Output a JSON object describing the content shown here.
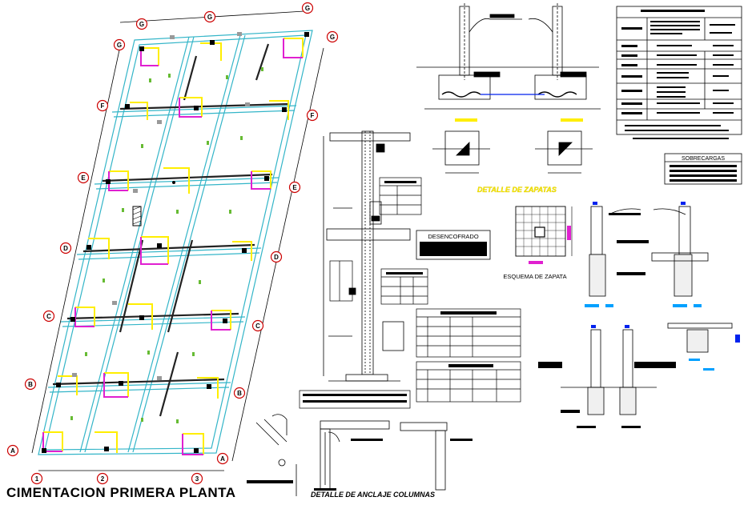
{
  "drawing": {
    "main_title": "CIMENTACION PRIMERA PLANTA",
    "detail_zapatas_label": "DETALLE DE ZAPATAS",
    "esquema_zapata_label": "ESQUEMA DE ZAPATA",
    "desencofrado_label": "DESENCOFRADO",
    "sobrecargas_label": "SOBRECARGAS",
    "anclaje_label": "DETALLE DE ANCLAJE COLUMNAS"
  },
  "grid_axes": {
    "letters": [
      "G",
      "F",
      "E",
      "D",
      "C",
      "B",
      "A"
    ],
    "numbers": [
      "1",
      "2",
      "3"
    ]
  },
  "colors": {
    "axis_red": "#cc0000",
    "wall_cyan": "#33b5c8",
    "footing_yellow": "#ffee00",
    "footing_magenta": "#e020d0",
    "accent_blue": "#0022ee",
    "accent_cyan": "#00a0ff",
    "label_green": "#66bb33",
    "ink": "#000000"
  }
}
